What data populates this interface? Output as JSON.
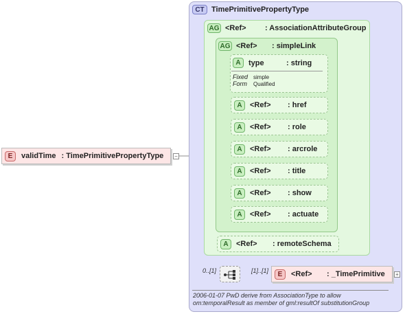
{
  "complex_type": {
    "badge": "CT",
    "name": "TimePrimitivePropertyType"
  },
  "attribute_group_outer": {
    "badge": "AG",
    "ref": "<Ref>",
    "name": ": AssociationAttributeGroup"
  },
  "attribute_group_inner": {
    "badge": "AG",
    "ref": "<Ref>",
    "name": ": simpleLink"
  },
  "type_attribute": {
    "badge": "A",
    "name": "type",
    "type": ": string",
    "fixed_label": "Fixed",
    "fixed_value": "simple",
    "form_label": "Form",
    "form_value": "Qualified"
  },
  "attributes": [
    {
      "badge": "A",
      "ref": "<Ref>",
      "name": ": href"
    },
    {
      "badge": "A",
      "ref": "<Ref>",
      "name": ": role"
    },
    {
      "badge": "A",
      "ref": "<Ref>",
      "name": ": arcrole"
    },
    {
      "badge": "A",
      "ref": "<Ref>",
      "name": ": title"
    },
    {
      "badge": "A",
      "ref": "<Ref>",
      "name": ": show"
    },
    {
      "badge": "A",
      "ref": "<Ref>",
      "name": ": actuate"
    }
  ],
  "remote_schema": {
    "badge": "A",
    "ref": "<Ref>",
    "name": ": remoteSchema"
  },
  "element_left": {
    "badge": "E",
    "name": "validTime",
    "type": ": TimePrimitivePropertyType",
    "toggle": "−"
  },
  "sequence": {
    "card_before": "0..[1]",
    "card_after": "[1]..[1]"
  },
  "element_right": {
    "badge": "E",
    "ref": "<Ref>",
    "name": ": _TimePrimitive",
    "toggle": "+"
  },
  "note": {
    "line1": "2006-01-07 PwD derive from AssociationType to allow",
    "line2": "om:temporalResult as member of gml:resultOf substitutionGroup"
  }
}
